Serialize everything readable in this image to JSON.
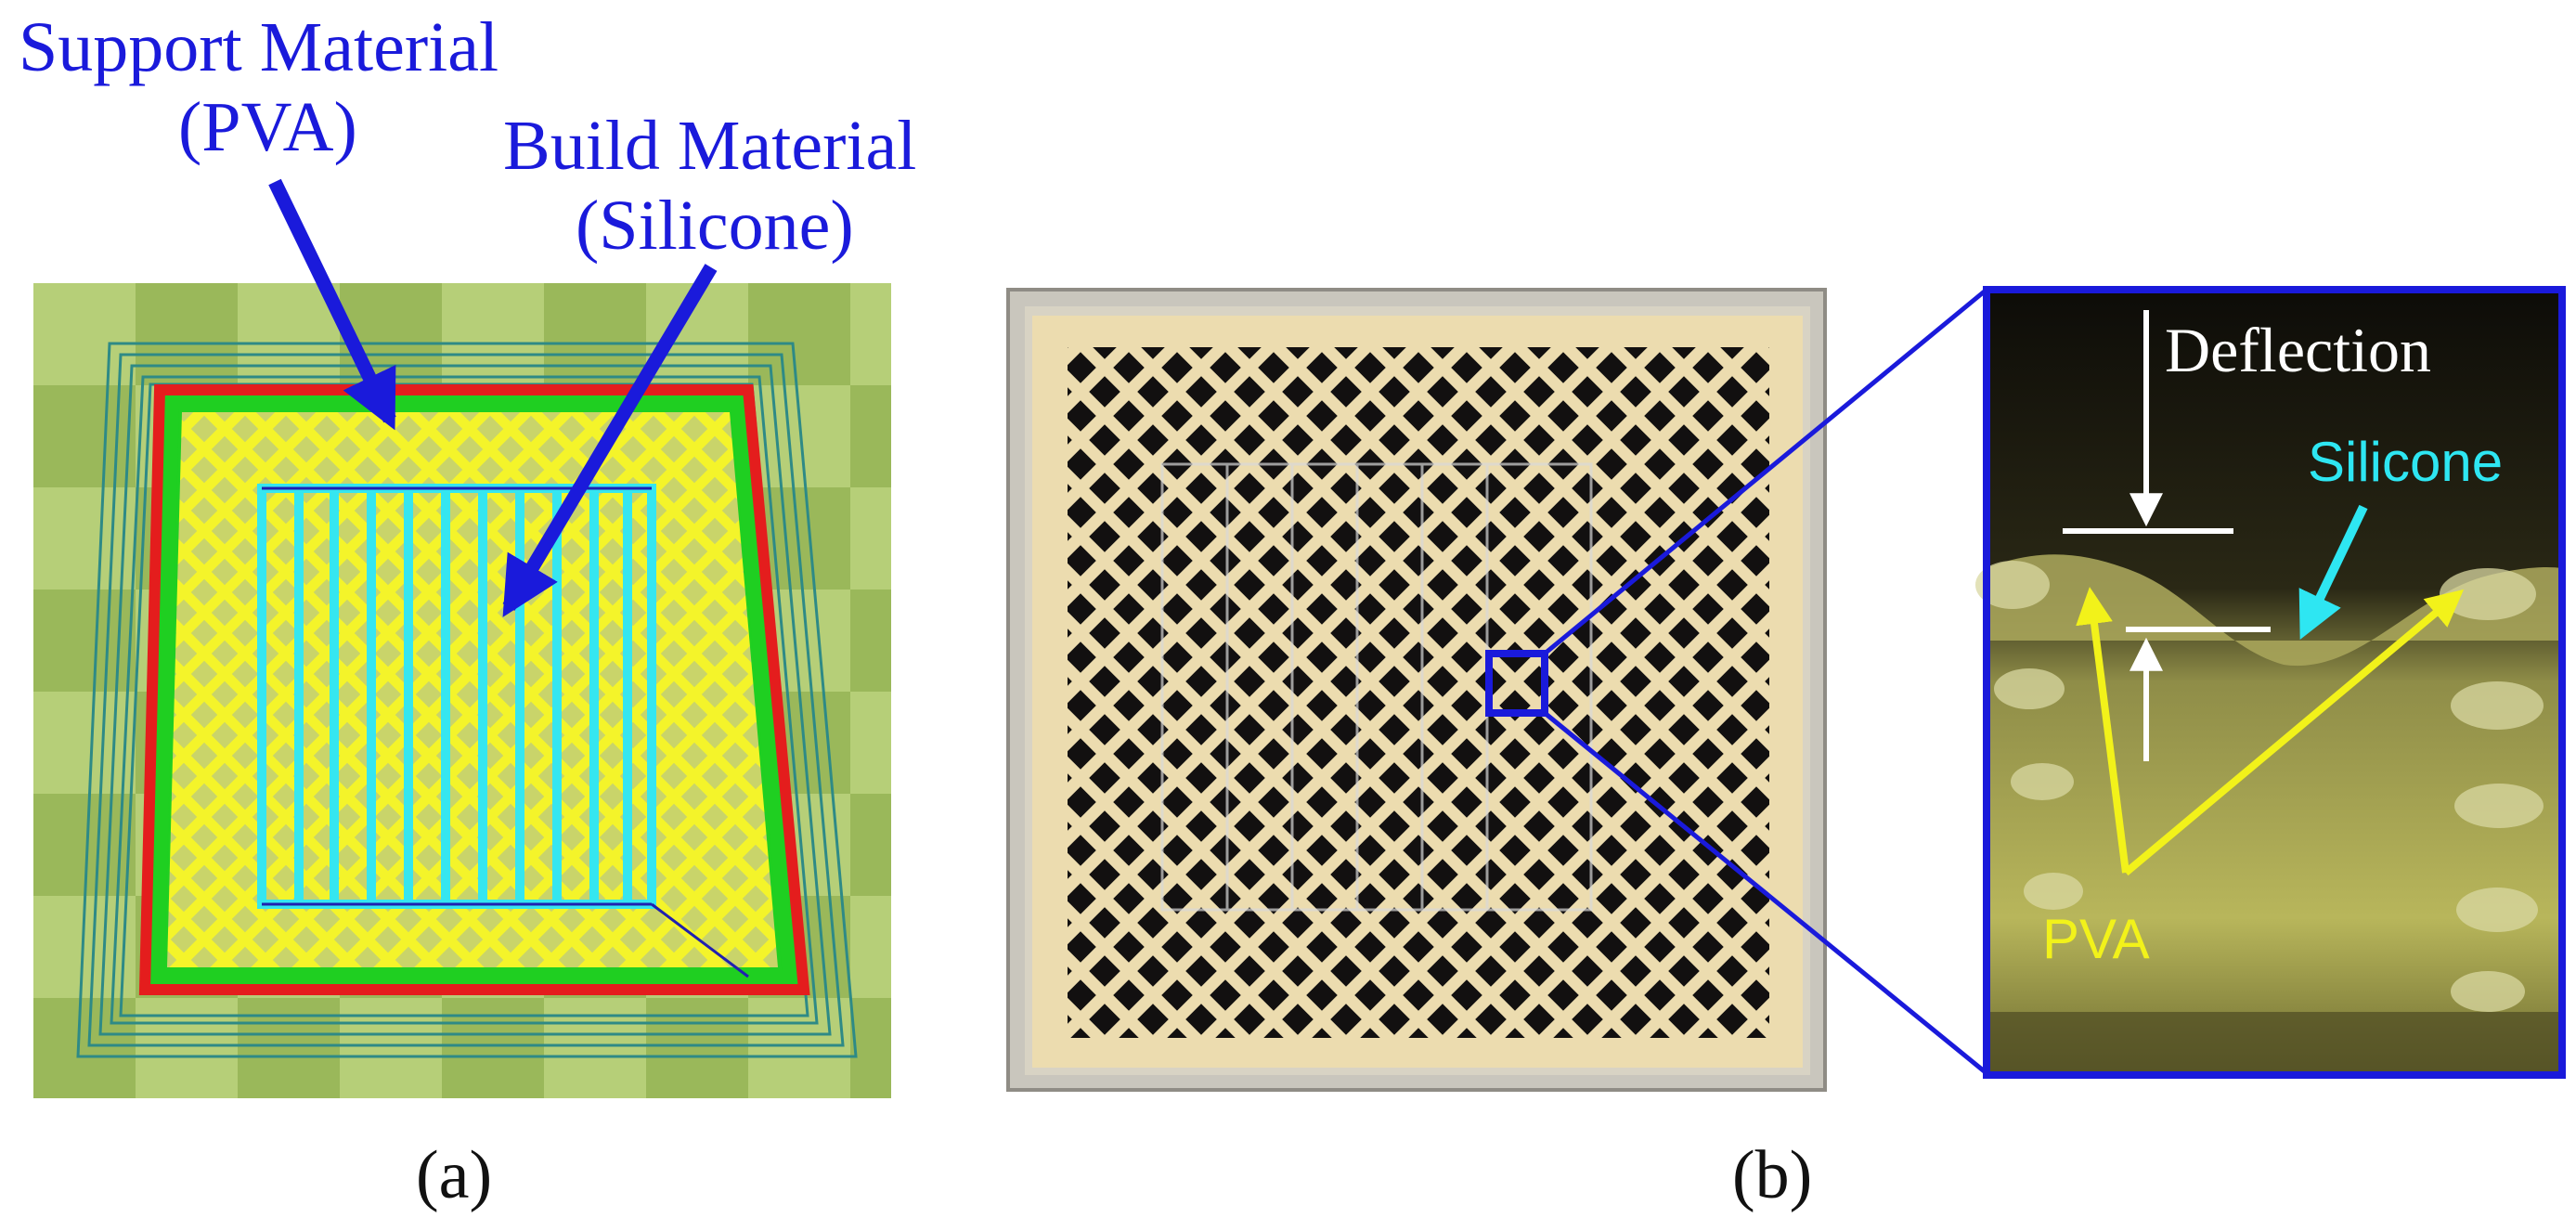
{
  "panel_a": {
    "support_title": "Support Material",
    "support_sub": "(PVA)",
    "build_title": "Build Material",
    "build_sub": "(Silicone)",
    "caption": "(a)"
  },
  "panel_b": {
    "caption": "(b)",
    "inset": {
      "deflection": "Deflection",
      "silicone": "Silicone",
      "pva": "PVA"
    }
  },
  "colors": {
    "annotation_blue": "#1a1adb",
    "inset_silicone": "#2ee6f2",
    "inset_pva": "#f2f21a",
    "support_lattice": "#f4f42a",
    "build_grid": "#35e6f0",
    "perimeter_red": "#e41d1d",
    "perimeter_green": "#1fcf21",
    "skirt_teal": "#2e8a86"
  }
}
